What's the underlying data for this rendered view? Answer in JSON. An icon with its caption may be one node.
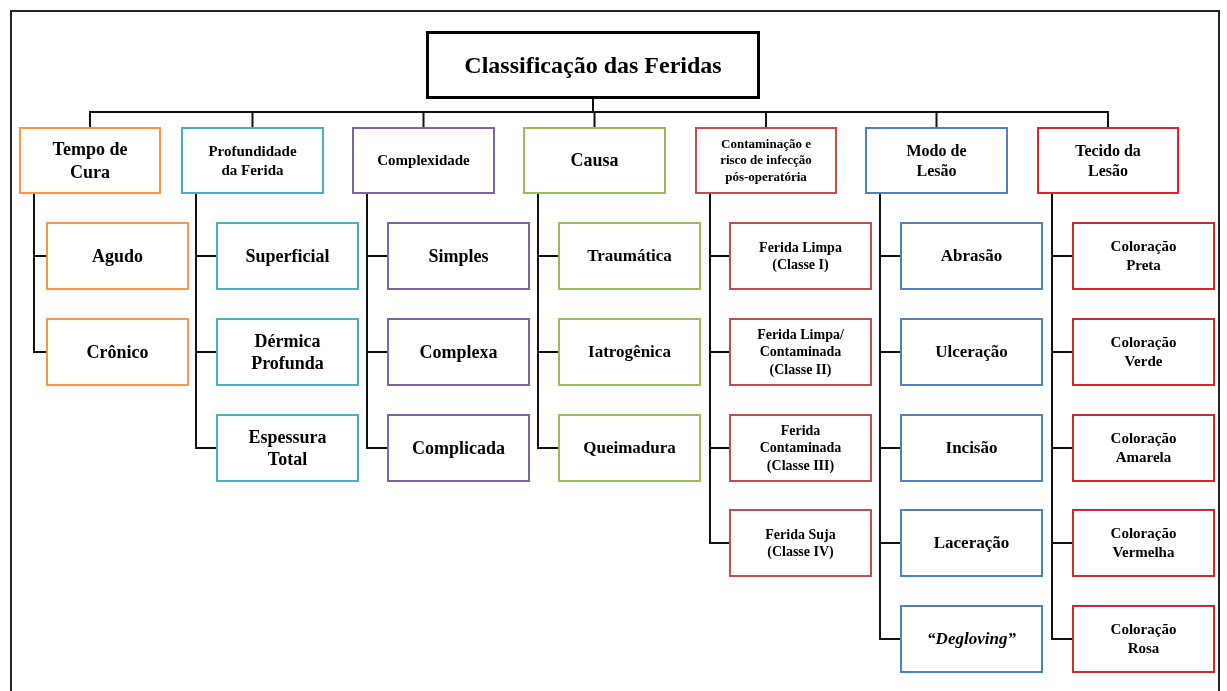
{
  "diagram": {
    "nodes": [
      {
        "text": [
          "Classificação das Feridas"
        ]
      },
      {
        "text": [
          "Tempo de Cura"
        ]
      },
      {
        "text": [
          "Agudo"
        ]
      },
      {
        "text": [
          "Crônico"
        ]
      },
      {
        "text": [
          "Profundidade da Ferida"
        ]
      },
      {
        "text": [
          "Superficial"
        ]
      },
      {
        "text": [
          "Dérmica Profunda"
        ]
      },
      {
        "text": [
          "Espessura Total"
        ]
      },
      {
        "text": [
          "Complexidade"
        ]
      },
      {
        "text": [
          "Simples"
        ]
      },
      {
        "text": [
          "Complexa"
        ]
      },
      {
        "text": [
          "Complicada"
        ]
      },
      {
        "text": [
          "Causa"
        ]
      },
      {
        "text": [
          "Traumática"
        ]
      },
      {
        "text": [
          "Iatrogênica"
        ]
      },
      {
        "text": [
          "Queimadura"
        ]
      },
      {
        "text": [
          "Contaminação e risco de infecção pós-operatória"
        ]
      },
      {
        "text": [
          "Ferida Limpa (Classe I)"
        ]
      },
      {
        "text": [
          "Ferida Limpa/ Contaminada (Classe II)"
        ]
      },
      {
        "text": [
          "Ferida Contaminada (Classe III)"
        ]
      },
      {
        "text": [
          "Ferida Suja (Classe IV)"
        ]
      },
      {
        "text": [
          "Modo de Lesão"
        ]
      },
      {
        "text": [
          "Abrasão"
        ]
      },
      {
        "text": [
          "Ulceração"
        ]
      },
      {
        "text": [
          "Incisão"
        ]
      },
      {
        "text": [
          "Laceração"
        ]
      },
      {
        "text": [
          "*“Degloving”*"
        ]
      },
      {
        "text": [
          "Tecido da Lesão"
        ]
      },
      {
        "text": [
          "Coloração Preta"
        ]
      },
      {
        "text": [
          "Coloração Verde"
        ]
      },
      {
        "text": [
          "Coloração Amarela"
        ]
      },
      {
        "text": [
          "Coloração Vermelha"
        ]
      },
      {
        "text": [
          "Coloração Rosa"
        ]
      }
    ],
    "edges": [
      {
        "from": 0,
        "to": 1,
        "arrow": "none"
      },
      {
        "from": 0,
        "to": 4,
        "arrow": "none"
      },
      {
        "from": 0,
        "to": 8,
        "arrow": "none"
      },
      {
        "from": 0,
        "to": 12,
        "arrow": "none"
      },
      {
        "from": 0,
        "to": 16,
        "arrow": "none"
      },
      {
        "from": 0,
        "to": 21,
        "arrow": "none"
      },
      {
        "from": 0,
        "to": 27,
        "arrow": "none"
      },
      {
        "from": 1,
        "to": 2,
        "arrow": "none"
      },
      {
        "from": 1,
        "to": 3,
        "arrow": "none"
      },
      {
        "from": 4,
        "to": 5,
        "arrow": "none"
      },
      {
        "from": 4,
        "to": 6,
        "arrow": "none"
      },
      {
        "from": 4,
        "to": 7,
        "arrow": "none"
      },
      {
        "from": 8,
        "to": 9,
        "arrow": "none"
      },
      {
        "from": 8,
        "to": 10,
        "arrow": "none"
      },
      {
        "from": 8,
        "to": 11,
        "arrow": "none"
      },
      {
        "from": 12,
        "to": 13,
        "arrow": "none"
      },
      {
        "from": 12,
        "to": 14,
        "arrow": "none"
      },
      {
        "from": 12,
        "to": 15,
        "arrow": "none"
      },
      {
        "from": 16,
        "to": 17,
        "arrow": "none"
      },
      {
        "from": 16,
        "to": 18,
        "arrow": "none"
      },
      {
        "from": 16,
        "to": 19,
        "arrow": "none"
      },
      {
        "from": 16,
        "to": 20,
        "arrow": "none"
      },
      {
        "from": 21,
        "to": 22,
        "arrow": "none"
      },
      {
        "from": 21,
        "to": 23,
        "arrow": "none"
      },
      {
        "from": 21,
        "to": 24,
        "arrow": "none"
      },
      {
        "from": 21,
        "to": 25,
        "arrow": "none"
      },
      {
        "from": 21,
        "to": 26,
        "arrow": "none"
      },
      {
        "from": 27,
        "to": 28,
        "arrow": "none"
      },
      {
        "from": 27,
        "to": 29,
        "arrow": "none"
      },
      {
        "from": 27,
        "to": 30,
        "arrow": "none"
      },
      {
        "from": 27,
        "to": 31,
        "arrow": "none"
      },
      {
        "from": 27,
        "to": 32,
        "arrow": "none"
      }
    ]
  }
}
